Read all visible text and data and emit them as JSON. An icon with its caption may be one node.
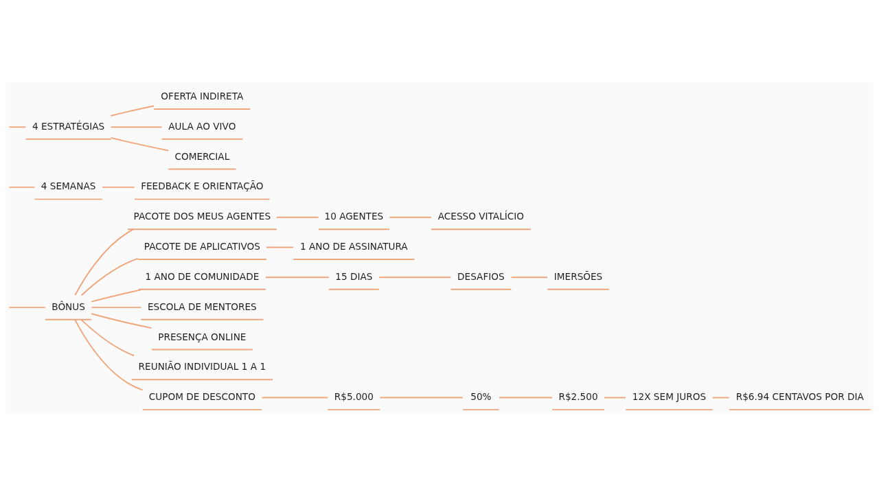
{
  "diagram": {
    "nodes": [
      {
        "text": [
          "4 ESTRATÉGIAS"
        ]
      },
      {
        "text": [
          "OFERTA INDIRETA"
        ]
      },
      {
        "text": [
          "AULA AO VIVO"
        ]
      },
      {
        "text": [
          "COMERCIAL"
        ]
      },
      {
        "text": [
          "4 SEMANAS"
        ]
      },
      {
        "text": [
          "FEEDBACK E ORIENTAÇÃO"
        ]
      },
      {
        "text": [
          "BÔNUS"
        ]
      },
      {
        "text": [
          "PACOTE DOS MEUS AGENTES"
        ]
      },
      {
        "text": [
          "10 AGENTES"
        ]
      },
      {
        "text": [
          "ACESSO VITALÍCIO"
        ]
      },
      {
        "text": [
          "PACOTE DE APLICATIVOS"
        ]
      },
      {
        "text": [
          "1 ANO DE ASSINATURA"
        ]
      },
      {
        "text": [
          "1 ANO DE COMUNIDADE"
        ]
      },
      {
        "text": [
          "15 DIAS"
        ]
      },
      {
        "text": [
          "DESAFIOS"
        ]
      },
      {
        "text": [
          "IMERSÕES"
        ]
      },
      {
        "text": [
          "ESCOLA DE MENTORES"
        ]
      },
      {
        "text": [
          "PRESENÇA ONLINE"
        ]
      },
      {
        "text": [
          "REUNIÃO INDIVIDUAL 1 A 1"
        ]
      },
      {
        "text": [
          "CUPOM DE DESCONTO"
        ]
      },
      {
        "text": [
          "R$5.000"
        ]
      },
      {
        "text": [
          "50%"
        ]
      },
      {
        "text": [
          "R$2.500"
        ]
      },
      {
        "text": [
          "12X SEM JUROS"
        ]
      },
      {
        "text": [
          "R$6.94 CENTAVOS POR DIA"
        ]
      }
    ],
    "edges": [
      {
        "from": null,
        "to": 0,
        "arrow": "none"
      },
      {
        "from": 0,
        "to": 1,
        "arrow": "none"
      },
      {
        "from": 0,
        "to": 2,
        "arrow": "none"
      },
      {
        "from": 0,
        "to": 3,
        "arrow": "none"
      },
      {
        "from": null,
        "to": 4,
        "arrow": "none"
      },
      {
        "from": 4,
        "to": 5,
        "arrow": "none"
      },
      {
        "from": null,
        "to": 6,
        "arrow": "none"
      },
      {
        "from": 6,
        "to": 7,
        "arrow": "none"
      },
      {
        "from": 7,
        "to": 8,
        "arrow": "none"
      },
      {
        "from": 8,
        "to": 9,
        "arrow": "none"
      },
      {
        "from": 6,
        "to": 10,
        "arrow": "none"
      },
      {
        "from": 10,
        "to": 11,
        "arrow": "none"
      },
      {
        "from": 6,
        "to": 12,
        "arrow": "none"
      },
      {
        "from": 12,
        "to": 13,
        "arrow": "none"
      },
      {
        "from": 13,
        "to": 14,
        "arrow": "none"
      },
      {
        "from": 14,
        "to": 15,
        "arrow": "none"
      },
      {
        "from": 6,
        "to": 16,
        "arrow": "none"
      },
      {
        "from": 6,
        "to": 17,
        "arrow": "none"
      },
      {
        "from": 6,
        "to": 18,
        "arrow": "none"
      },
      {
        "from": 6,
        "to": 19,
        "arrow": "none"
      },
      {
        "from": 19,
        "to": 20,
        "arrow": "none"
      },
      {
        "from": 20,
        "to": 21,
        "arrow": "none"
      },
      {
        "from": 21,
        "to": 22,
        "arrow": "none"
      },
      {
        "from": 22,
        "to": 23,
        "arrow": "none"
      },
      {
        "from": 23,
        "to": 24,
        "arrow": "none"
      }
    ]
  }
}
